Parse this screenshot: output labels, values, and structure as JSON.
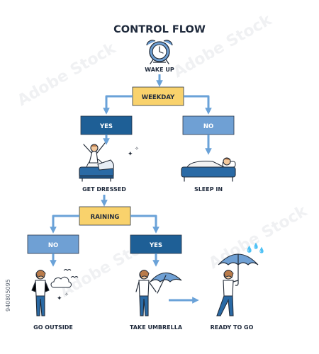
{
  "title": "CONTROL FLOW",
  "nodes": {
    "wake_up": "WAKE UP",
    "weekday": "WEEKDAY",
    "yes_1": "YES",
    "no_1": "NO",
    "get_dressed": "GET DRESSED",
    "sleep_in": "SLEEP IN",
    "raining": "RAINING",
    "no_2": "NO",
    "yes_2": "YES",
    "go_outside": "GO OUTSIDE",
    "take_umbrella": "TAKE UMBRELLA",
    "ready_to_go": "READY TO GO"
  },
  "stock_id": "940805095",
  "watermark": "Adobe Stock",
  "colors": {
    "decision": "#f9d26c",
    "yes_branch": "#1e5f96",
    "no_branch": "#6fa0d4",
    "arrow": "#6aa2d8",
    "text": "#1f2a3c"
  },
  "icons": [
    "alarm-clock-icon",
    "stretching-person-icon",
    "sleeping-person-icon",
    "standing-person-icon",
    "umbrella-person-icon",
    "walking-person-icon",
    "cloud-icon",
    "rain-icon"
  ]
}
